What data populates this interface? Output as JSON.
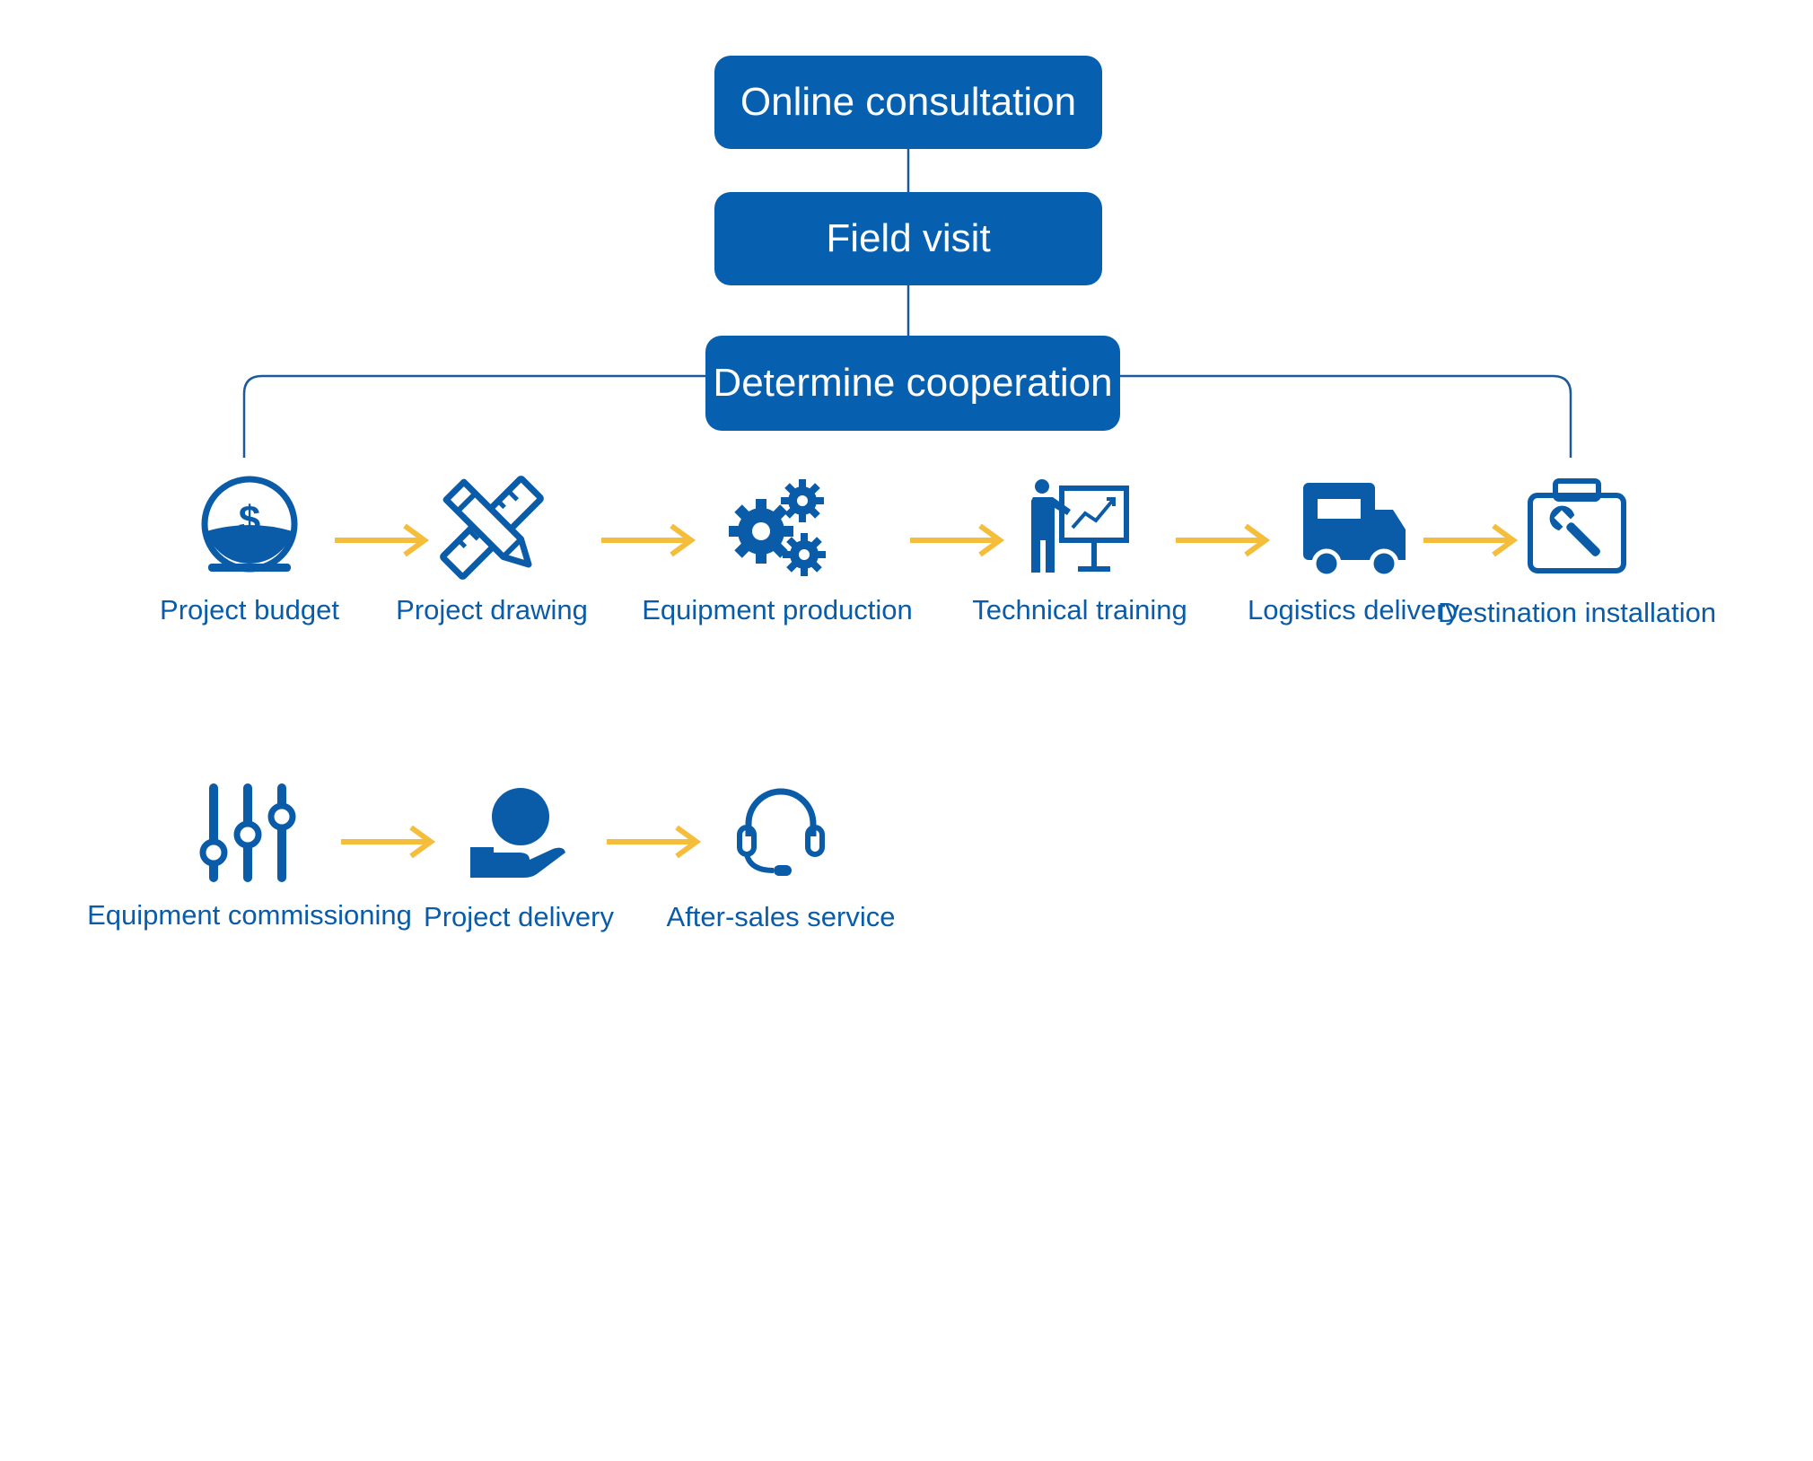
{
  "top_steps": {
    "online": "Online consultation",
    "field": "Field visit",
    "determine": "Determine cooperation"
  },
  "row1": [
    {
      "label": "Project budget",
      "icon": "budget-dollar-icon"
    },
    {
      "label": "Project drawing",
      "icon": "pencil-ruler-icon"
    },
    {
      "label": "Equipment production",
      "icon": "gears-icon"
    },
    {
      "label": "Technical training",
      "icon": "presentation-icon"
    },
    {
      "label": "Logistics delivery",
      "icon": "truck-icon"
    },
    {
      "label": "Destination installation",
      "icon": "toolbox-wrench-icon"
    }
  ],
  "row2": [
    {
      "label": "Equipment commissioning",
      "icon": "sliders-icon"
    },
    {
      "label": "Project delivery",
      "icon": "hand-sphere-icon"
    },
    {
      "label": "After-sales service",
      "icon": "headset-icon"
    }
  ],
  "colors": {
    "box_fill": "#0760af",
    "connector": "#1a5a9c",
    "icon": "#0a5ca8",
    "arrow": "#f5bd3c",
    "label": "#0a5ca8"
  }
}
